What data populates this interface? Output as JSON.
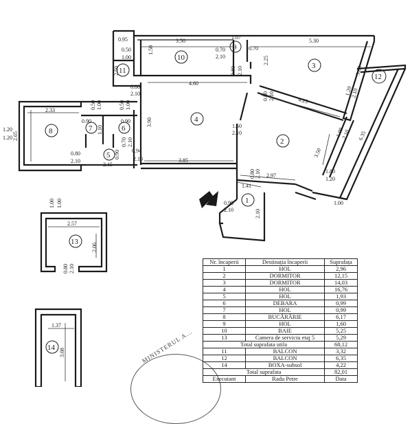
{
  "plan": {
    "rooms": [
      "1",
      "2",
      "3",
      "4",
      "5",
      "6",
      "7",
      "8",
      "9",
      "10",
      "11",
      "12",
      "13",
      "14"
    ],
    "dimensions": {
      "d095": "0.95",
      "d350": "3.50",
      "d107": "1.07",
      "d530": "5.30",
      "d050_100_a": "0.50",
      "d050_100_b": "1.00",
      "d150_a": "1.50",
      "d070_210_a": "0.70",
      "d070_210_b": "2.10",
      "d070_210_c": "0.70",
      "d225": "2.25",
      "d250": "2.50",
      "d460": "4.60",
      "d080_210_a": "0.80",
      "d080_210_b": "2.10",
      "d080_210_c": "0.80",
      "d080_210_d": "2.10",
      "d380": "3.80",
      "d120_210_a": "1.20",
      "d120_210_b": "2.10",
      "d233": "2.33",
      "d050_100_c": "0.50",
      "d050_100_d": "1.00",
      "d050_100_e": "0.50",
      "d050_100_f": "1.00",
      "d080_210_e": "0.80",
      "d080_210_f": "2.10",
      "d090_210_a": "0.90",
      "d090_210_b": "0.90",
      "d110": "1.10",
      "d390": "3.90",
      "d425": "4.25",
      "d635": "6.35",
      "d120_120_a": "1.20",
      "d120_120_b": "1.20",
      "d265": "2.65",
      "d070_210_d": "0.70",
      "d070_210_e": "2.10",
      "d094": "0.94",
      "d080_210_g": "0.80",
      "d080_210_h": "2.10",
      "d215": "2.15",
      "d090_x": "0.90",
      "d210_x": "2.10",
      "d385": "3.85",
      "d150_210_a": "1.50",
      "d150_210_b": "2.10",
      "d100_210_a": "1.00",
      "d100_210_b": "2.10",
      "d350_b": "3.50",
      "d080_210_i": "0.80",
      "d080_210_j": "2.10",
      "d297": "2.97",
      "d141": "1.41",
      "d180_120_a": "1.80",
      "d180_120_b": "1.20",
      "d100_b": "1.00",
      "d090_210_c": "0.90",
      "d090_210_d": "2.10",
      "d210_1": "2.10",
      "d100_100_a": "1.00",
      "d100_100_b": "1.00",
      "d257": "2.57",
      "d206": "2.06",
      "d080_210_k": "0.80",
      "d080_210_l": "2.10",
      "d137": "1.37",
      "d308": "3.08"
    }
  },
  "table": {
    "headers": [
      "Nr. încaperii",
      "Destinația încaperii",
      "Suprafața"
    ],
    "rows": [
      [
        "1",
        "HOL",
        "2,96"
      ],
      [
        "2",
        "DORMITOR",
        "12,15"
      ],
      [
        "3",
        "DORMITOR",
        "14,03"
      ],
      [
        "4",
        "HOL",
        "16,76"
      ],
      [
        "5",
        "HOL",
        "1,93"
      ],
      [
        "6",
        "DEBARA",
        "0,99"
      ],
      [
        "7",
        "HOL",
        "0,99"
      ],
      [
        "8",
        "BUCĂRĂRIE",
        "6,17"
      ],
      [
        "9",
        "HOL",
        "1,60"
      ],
      [
        "10",
        "BAIE",
        "5,25"
      ],
      [
        "13",
        "Camera de serviciu etaj 5",
        "5,29"
      ]
    ],
    "subtotal_label": "Total suprafata utila",
    "subtotal_value": "68,12",
    "rows2": [
      [
        "11",
        "BALCON",
        "3,32"
      ],
      [
        "12",
        "BALCON",
        "6,35"
      ],
      [
        "14",
        "BOXA-subsol",
        "4,22"
      ]
    ],
    "total_label": "Total suprafata",
    "total_value": "82,01",
    "footer": [
      "Executant",
      "Radu Petre",
      "Data"
    ]
  },
  "stamp": {
    "text": "MINISTERUL A..."
  }
}
